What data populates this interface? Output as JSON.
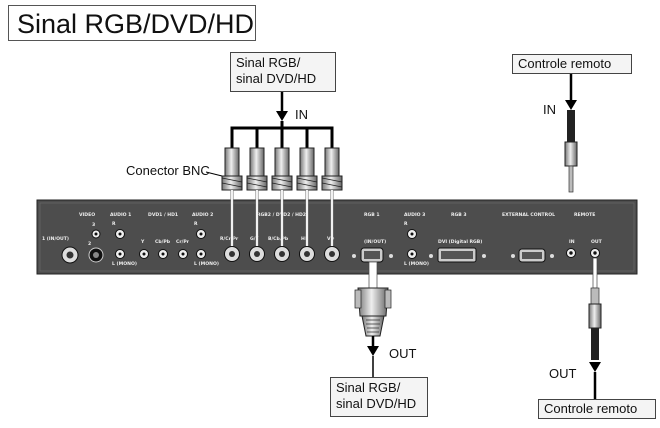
{
  "title": "Sinal RGB/DVD/HD",
  "signal_box_in": [
    "Sinal RGB/",
    "sinal DVD/HD"
  ],
  "signal_box_out": [
    "Sinal RGB/",
    "sinal DVD/HD"
  ],
  "remote_in_box": "Controle remoto",
  "remote_out_box": "Controle remoto",
  "label_in_signal": "IN",
  "label_in_remote": "IN",
  "label_out_signal": "OUT",
  "label_out_remote": "OUT",
  "bnc_label": "Conector BNC",
  "panel": {
    "video": "VIDEO",
    "audio1": "AUDIO 1",
    "dvd1_hd1": "DVD1 / HD1",
    "audio2": "AUDIO 2",
    "rgb2_dvd2_hd2": "RGB2 / DVD2 / HD2",
    "rgb1": "RGB 1",
    "audio3": "AUDIO 3",
    "rgb3": "RGB 3",
    "external_control": "EXTERNAL CONTROL",
    "remote": "REMOTE",
    "in_out_1": "1 (IN/OUT)",
    "num_2": "2",
    "num_3": "3",
    "y": "Y",
    "cb_pb": "Cb/Pb",
    "cr_pr": "Cr/Pr",
    "r_letter": "R",
    "l_mono_1": "L (MONO)",
    "l_mono_2": "L (MONO)",
    "l_mono_3": "L (MONO)",
    "r_cr_pr": "R/Cr/Pr",
    "g_y": "G/Y",
    "b_cb_pb": "B/Cb/Pb",
    "hd": "HD",
    "vd": "VD",
    "rgb1_in_out": "(IN/OUT)",
    "dvi": "DVI (Digital RGB)",
    "remote_in": "IN",
    "remote_out": "OUT"
  }
}
